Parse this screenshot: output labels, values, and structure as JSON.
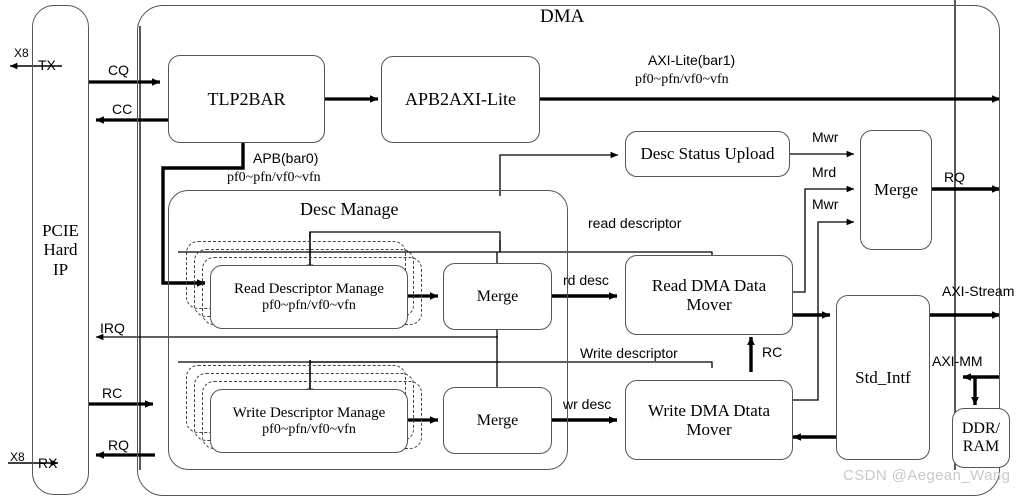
{
  "diagram": {
    "title": "DMA",
    "watermark": "CSDN @Aegean_Wang"
  },
  "blocks": {
    "pcie": {
      "line1": "PCIE",
      "line2": "Hard",
      "line3": "IP"
    },
    "tx_port": "TX",
    "rx_port": "RX",
    "tlp2bar": "TLP2BAR",
    "apb2axilite": "APB2AXI-Lite",
    "desc_manage": "Desc Manage",
    "read_desc_manage": {
      "line1": "Read Descriptor Manage",
      "line2": "pf0~pfn/vf0~vfn"
    },
    "write_desc_manage": {
      "line1": "Write Descriptor Manage",
      "line2": "pf0~pfn/vf0~vfn"
    },
    "merge_read": "Merge",
    "merge_write": "Merge",
    "desc_status_upload": "Desc Status Upload",
    "merge_right": "Merge",
    "read_dma": {
      "line1": "Read DMA Data",
      "line2": "Mover"
    },
    "write_dma": {
      "line1": "Write DMA Dtata",
      "line2": "Mover"
    },
    "std_intf": "Std_Intf",
    "ddr_ram": {
      "line1": "DDR/",
      "line2": "RAM"
    }
  },
  "signals": {
    "x8_top": "X8",
    "x8_bottom": "X8",
    "cq": "CQ",
    "cc": "CC",
    "irq": "IRQ",
    "rc_left": "RC",
    "rq_left": "RQ",
    "apb_bar0_line1": "APB(bar0)",
    "apb_bar0_line2": "pf0~pfn/vf0~vfn",
    "axilite_bar1_line1": "AXI-Lite(bar1)",
    "axilite_bar1_line2": "pf0~pfn/vf0~vfn",
    "mwr_top": "Mwr",
    "mrd": "Mrd",
    "mwr_bottom": "Mwr",
    "rq_right": "RQ",
    "read_descriptor": "read descriptor",
    "write_descriptor": "Write descriptor",
    "rd_desc": "rd desc",
    "wr_desc": "wr desc",
    "rc_up": "RC",
    "axi_stream": "AXI-Stream",
    "axi_mm": "AXI-MM"
  },
  "colors": {
    "stroke": "#555555",
    "line": "#000000",
    "watermark": "#c9c9c9",
    "background": "#ffffff"
  }
}
